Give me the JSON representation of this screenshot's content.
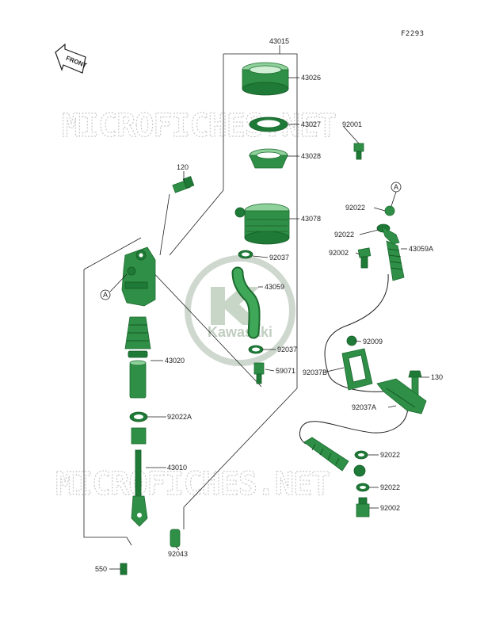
{
  "diagram_code": "F2293",
  "front_arrow": "FRONT",
  "watermark": {
    "top": "MICROFICHES.NET",
    "bottom": "MICROFICHES.NET",
    "logo": "Kawasaki"
  },
  "callout_circle": "A",
  "parts": {
    "p43015": "43015",
    "p43026": "43026",
    "p43027": "43027",
    "p43028": "43028",
    "p92001": "92001",
    "p120": "120",
    "p43078": "43078",
    "p92022a": "92022",
    "p92022b": "92022",
    "p43059A": "43059A",
    "p92037a": "92037",
    "p92002a": "92002",
    "p43059": "43059",
    "p92009": "92009",
    "p43020": "43020",
    "p92037b": "92037",
    "p59071": "59071",
    "p92037B": "92037B",
    "p130": "130",
    "p92037A": "92037A",
    "p92022A": "92022A",
    "p43010": "43010",
    "p92022c": "92022",
    "p92022d": "92022",
    "p92002b": "92002",
    "p550": "550",
    "p92043": "92043"
  }
}
